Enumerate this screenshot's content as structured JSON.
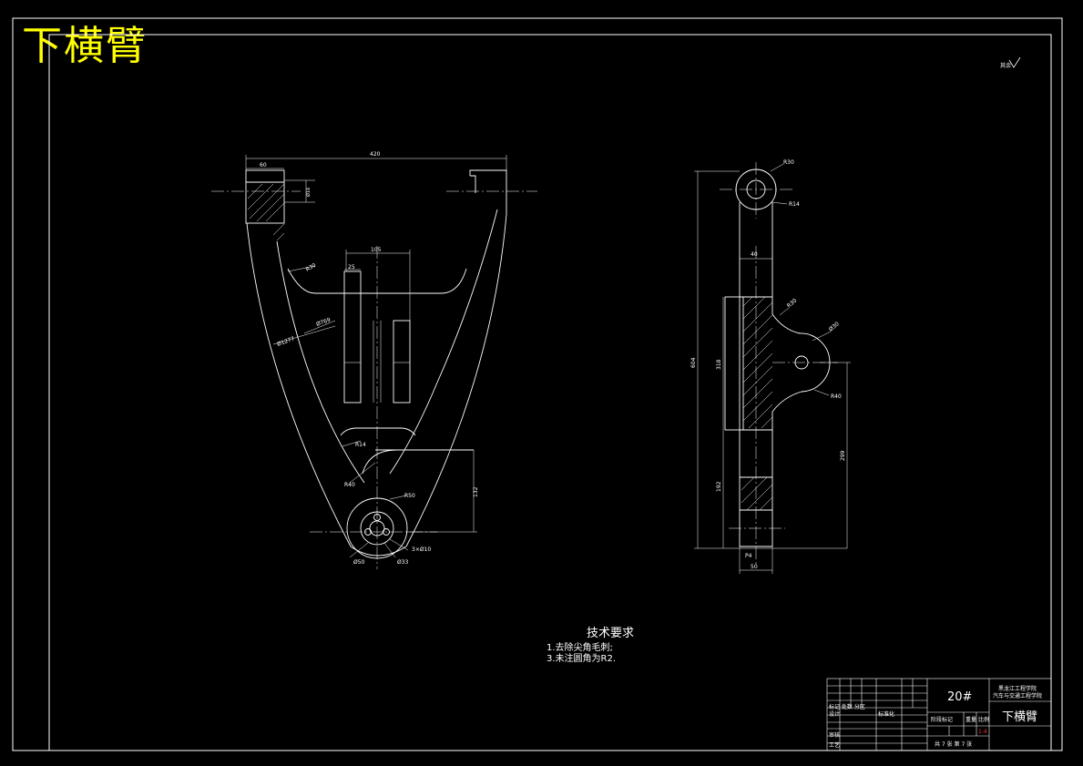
{
  "drawing_title": "下横臂",
  "roughness_mark": "其余",
  "dims_front": {
    "width_total": "420",
    "width_left": "60",
    "hole_dim": "Ø16",
    "r30": "R30",
    "inner_width": "105",
    "slot_width": "25",
    "arc_inner": "Ø769",
    "arc_outer": "Ø1277",
    "r14": "R14",
    "r40": "R40",
    "r50": "R50",
    "height_132": "132",
    "holes": "3×Ø10",
    "dia50": "Ø50",
    "dia33": "Ø33"
  },
  "dims_side": {
    "r30": "R30",
    "r14": "R14",
    "w40": "40",
    "r30b": "R30",
    "dia": "Ø30",
    "total_h": "604",
    "h_a": "318",
    "r40": "R40",
    "h_299": "299",
    "h_192": "192",
    "dim_p": "P4",
    "w50": "50"
  },
  "tech_requirements": {
    "heading": "技术要求",
    "items": [
      "1.去除尖角毛刺;",
      "3.未注圆角为R2."
    ]
  },
  "title_block": {
    "material": "20#",
    "school_line1": "黑龙江工程学院",
    "school_line2": "汽车与交通工程学院",
    "part_name": "下横臂",
    "row_label1": "标记 处数 分区",
    "row_label2": "设计",
    "row_label3": "审核",
    "row_label4": "工艺",
    "std": "标准化",
    "stage": "阶段标记",
    "weight": "重量",
    "scale": "比例",
    "scale_value": "1:4",
    "sheets": "共 7 张   第 7 张"
  }
}
